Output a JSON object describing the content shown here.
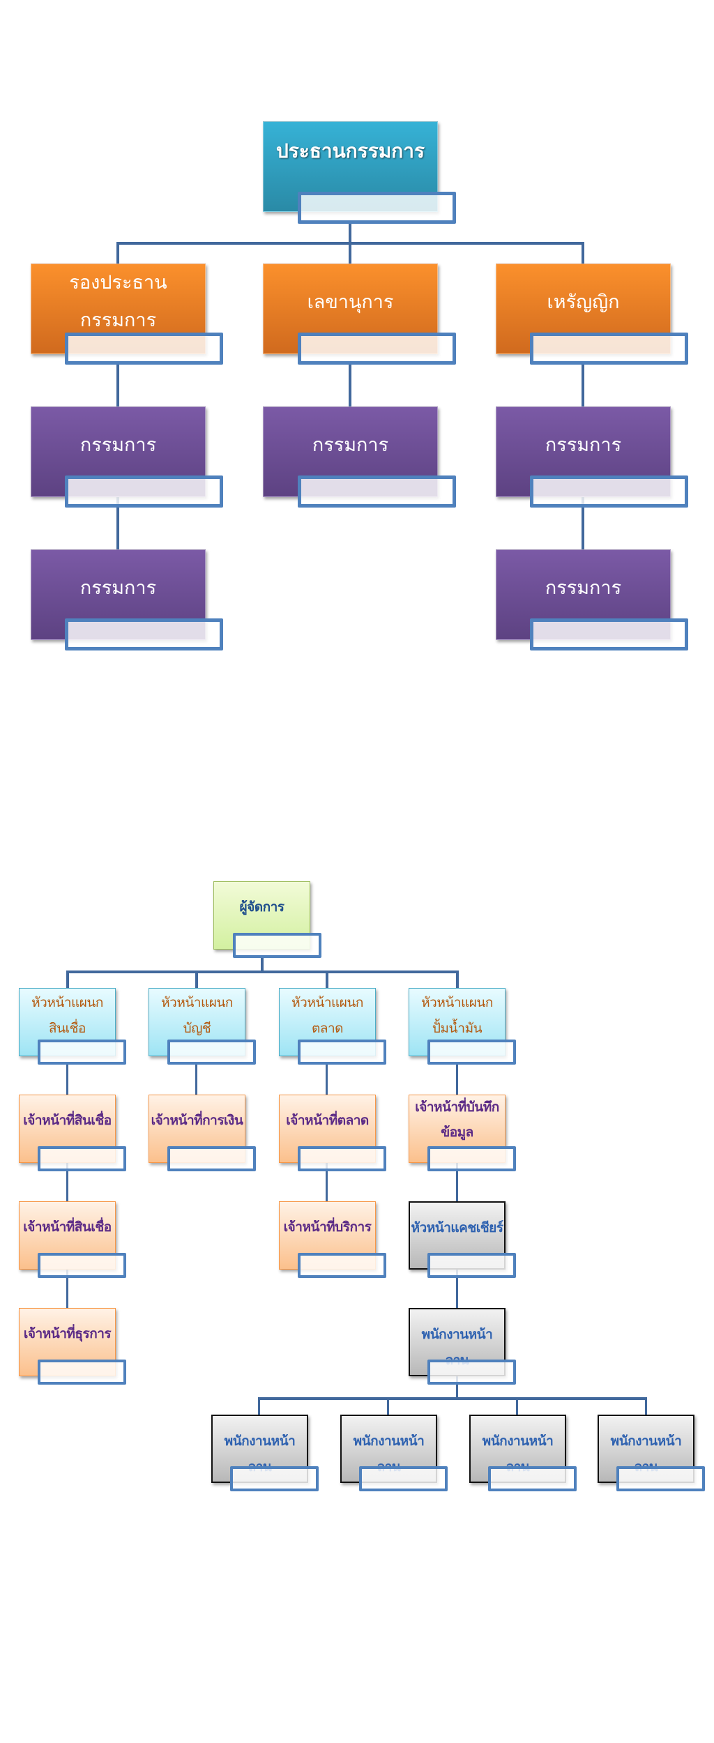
{
  "board_chart": {
    "chairman": "ประธานกรรมการ",
    "vice_chairman": "รองประธาน\nกรรมการ",
    "secretary": "เลขานุการ",
    "treasurer": "เหรัญญิก",
    "director": "กรรมการ",
    "name_placeholder": ""
  },
  "staff_chart": {
    "manager": "ผู้จัดการ",
    "heads": [
      "หัวหน้าแผนก\nสินเชื่อ",
      "หัวหน้าแผนก\nบัญชี",
      "หัวหน้าแผนก\nตลาด",
      "หัวหน้าแผนก\nปั้มน้ำมัน"
    ],
    "credit_officer": "เจ้าหน้าที่สินเชื่อ",
    "admin_officer": "เจ้าหน้าที่ธุรการ",
    "finance_officer": "เจ้าหน้าที่การเงิน",
    "marketing_officer": "เจ้าหน้าที่ตลาด",
    "service_officer": "เจ้าหน้าที่บริการ",
    "data_entry_officer": "เจ้าหน้าที่บันทึก\nข้อมูล",
    "head_cashier": "หัวหน้าแคชเชียร์",
    "forecourt_staff": "พนักงานหน้าลาน"
  },
  "colors": {
    "connector": "#41689c",
    "name_box_border": "#4f81bd",
    "chairman": "#36b2d6",
    "officer": "#fb902c",
    "director": "#7b5aa6",
    "manager": "#d3f0a0",
    "department_head": "#9ee4f4",
    "staff": "#fbc08c",
    "cashier": "#b8b8b8"
  }
}
